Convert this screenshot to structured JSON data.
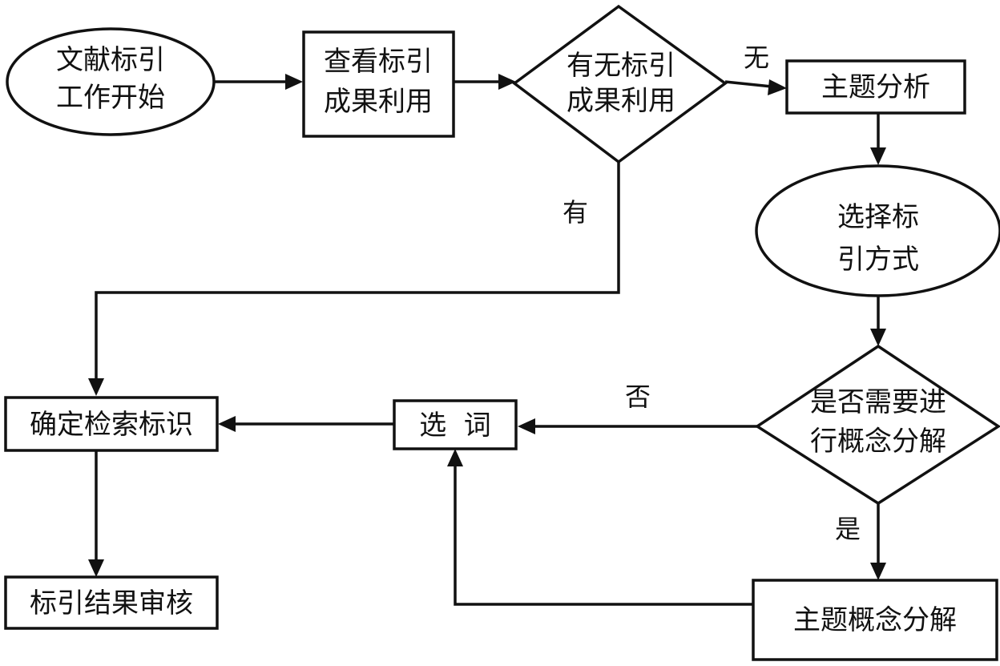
{
  "nodes": {
    "start": {
      "lines": [
        "文献标引",
        "工作开始"
      ]
    },
    "check_results": {
      "lines": [
        "查看标引",
        "成果利用"
      ]
    },
    "has_results": {
      "lines": [
        "有无标引",
        "成果利用"
      ]
    },
    "subject_analysis": {
      "lines": [
        "主题分析"
      ]
    },
    "choose_method": {
      "lines": [
        "选择标",
        "引方式"
      ]
    },
    "need_decompose": {
      "lines": [
        "是否需要进",
        "行概念分解"
      ]
    },
    "decompose": {
      "lines": [
        "主题概念分解"
      ]
    },
    "select_terms": {
      "lines": [
        "选  词"
      ]
    },
    "determine_ids": {
      "lines": [
        "确定检索标识"
      ]
    },
    "review": {
      "lines": [
        "标引结果审核"
      ]
    }
  },
  "edge_labels": {
    "none": "无",
    "has": "有",
    "no": "否",
    "yes": "是"
  }
}
